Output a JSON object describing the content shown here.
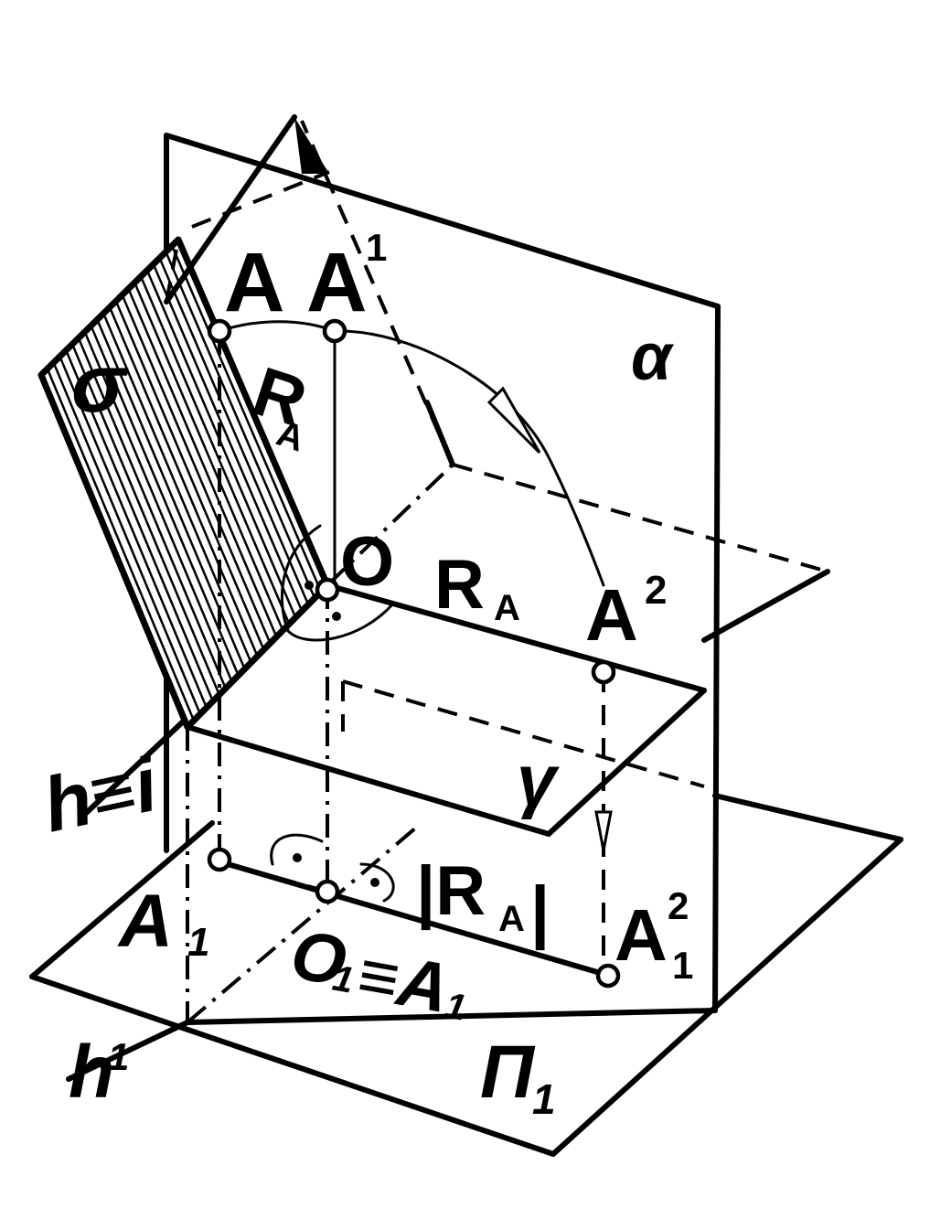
{
  "labels": {
    "A": "A",
    "A1_upper": "A",
    "A1_upper_sup": "1",
    "alpha": "α",
    "sigma": "σ",
    "RA_left": "R",
    "RA_left_sub": "A",
    "O": "O",
    "RA_mid": "R",
    "RA_mid_sub": "A",
    "A2": "A",
    "A2_sup": "2",
    "h_i": "h≡i",
    "gamma": "γ",
    "A_sub1_left": "A",
    "A_sub1_left_sub": "1",
    "RA_abs": "|R",
    "RA_abs_sub": "A",
    "RA_abs_close": "|",
    "A21": "A",
    "A21_sup": "2",
    "A21_sub": "1",
    "O1_eq_A1": "O",
    "O1_sub": "1",
    "O1_eq": "≡A",
    "O1_eq_sub": "1",
    "h1": "h",
    "h1_sub": "1",
    "Pi1": "П",
    "Pi1_sub": "1"
  },
  "colors": {
    "ink": "#000000",
    "paper": "#ffffff"
  }
}
